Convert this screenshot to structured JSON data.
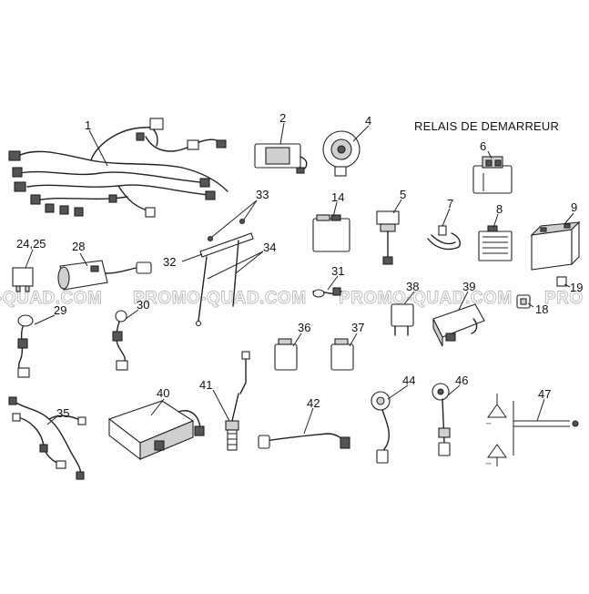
{
  "header": {
    "text": "RELAIS DE DEMARREUR"
  },
  "watermarks": [
    "-QUAD.COM",
    "PROMO-QUAD.COM",
    "PROMO-QUAD.COM",
    "PRO"
  ],
  "parts": [
    {
      "id": "p1",
      "label": "1"
    },
    {
      "id": "p2",
      "label": "2"
    },
    {
      "id": "p4",
      "label": "4"
    },
    {
      "id": "p5",
      "label": "5"
    },
    {
      "id": "p6",
      "label": "6"
    },
    {
      "id": "p7",
      "label": "7"
    },
    {
      "id": "p8",
      "label": "8"
    },
    {
      "id": "p9",
      "label": "9"
    },
    {
      "id": "p14",
      "label": "14"
    },
    {
      "id": "p18",
      "label": "18"
    },
    {
      "id": "p19",
      "label": "19"
    },
    {
      "id": "p2425",
      "label": "24,25"
    },
    {
      "id": "p28",
      "label": "28"
    },
    {
      "id": "p29",
      "label": "29"
    },
    {
      "id": "p30",
      "label": "30"
    },
    {
      "id": "p31",
      "label": "31"
    },
    {
      "id": "p32",
      "label": "32"
    },
    {
      "id": "p33",
      "label": "33"
    },
    {
      "id": "p34",
      "label": "34"
    },
    {
      "id": "p35",
      "label": "35"
    },
    {
      "id": "p36",
      "label": "36"
    },
    {
      "id": "p37",
      "label": "37"
    },
    {
      "id": "p38",
      "label": "38"
    },
    {
      "id": "p39",
      "label": "39"
    },
    {
      "id": "p40",
      "label": "40"
    },
    {
      "id": "p41",
      "label": "41"
    },
    {
      "id": "p42",
      "label": "42"
    },
    {
      "id": "p44",
      "label": "44"
    },
    {
      "id": "p46",
      "label": "46"
    },
    {
      "id": "p47",
      "label": "47"
    }
  ]
}
